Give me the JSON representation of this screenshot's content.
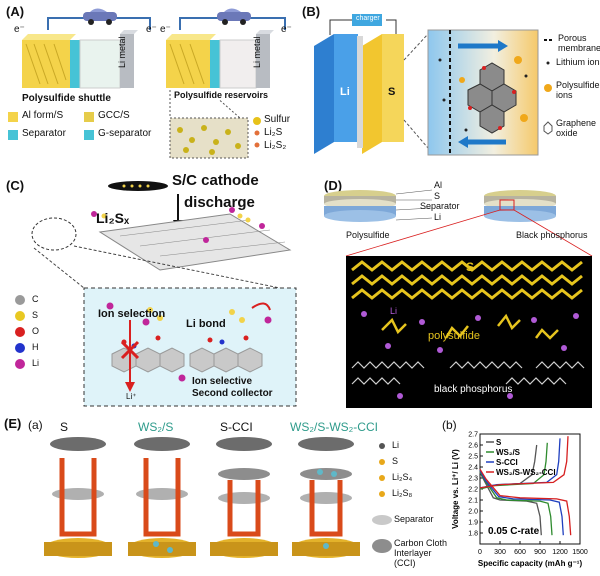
{
  "panel_a": {
    "label": "(A)",
    "electron_left": "e⁻",
    "electron_right": "e⁻",
    "electron_left2": "e⁻",
    "electron_right2": "e⁻",
    "li_metal": "Li metal",
    "li_metal2": "Li metal",
    "shuttle": "Polysulfide shuttle",
    "reservoirs": "Polysulfide reservoirs",
    "legend": {
      "al_form": "Al form/S",
      "gcc": "GCC/S",
      "separator": "Separator",
      "g_separator": "G-separator",
      "sulfur": "Sulfur",
      "li2s": "Li₂S",
      "li2s2": "Li₂S₂"
    }
  },
  "panel_b": {
    "label": "(B)",
    "charger": "charger",
    "li": "Li",
    "s": "S",
    "legend": {
      "membrane": "Porous membrane",
      "lithium": "Lithium ions",
      "polysulfide": "Polysulfide ions",
      "graphene": "Graphene oxide"
    }
  },
  "panel_c": {
    "label": "(C)",
    "cathode": "S/C cathode",
    "discharge": "discharge",
    "lisx": "Li₂Sₓ",
    "ion_selection": "Ion selection",
    "li_bond": "Li bond",
    "li_plus": "Li⁺",
    "collector1": "Ion selective",
    "collector2": "Second collector",
    "legend": [
      "C",
      "S",
      "O",
      "H",
      "Li"
    ]
  },
  "panel_d": {
    "label": "(D)",
    "al": "Al",
    "s": "S",
    "separator": "Separator",
    "li": "Li",
    "polysulfide": "Polysulfide",
    "black_phosphorus": "Black phosphorus",
    "inset_s": "S",
    "inset_li": "Li",
    "inset_poly": "polysulfide",
    "inset_bp": "black phosphorus"
  },
  "panel_e": {
    "label": "(E)",
    "sub_a": "(a)",
    "sub_b": "(b)",
    "cols": [
      "S",
      "WS₂/S",
      "S-CCI",
      "WS₂/S-WS₂-CCI"
    ],
    "legend": [
      "Li",
      "S",
      "Li₂S₄",
      "Li₂S₈",
      "Separator",
      "Carbon Cloth Interlayer (CCI)"
    ]
  },
  "chart_data": {
    "type": "line",
    "title": "",
    "xlabel": "Specific capacity (mAh g⁻¹)",
    "ylabel": "Voltage vs. Li⁺/ Li (V)",
    "xlim": [
      0,
      1500
    ],
    "ylim": [
      1.7,
      2.7
    ],
    "xticks": [
      0,
      300,
      600,
      900,
      1200,
      1500
    ],
    "yticks": [
      1.8,
      1.9,
      2.0,
      2.1,
      2.2,
      2.3,
      2.4,
      2.5,
      2.6,
      2.7
    ],
    "annotation": "0.05 C-rate",
    "series": [
      {
        "name": "S",
        "color": "#555555",
        "discharge": [
          [
            0,
            2.35
          ],
          [
            60,
            2.28
          ],
          [
            200,
            2.12
          ],
          [
            300,
            2.1
          ],
          [
            700,
            2.09
          ],
          [
            850,
            2.07
          ],
          [
            900,
            1.95
          ],
          [
            920,
            1.78
          ]
        ],
        "charge": [
          [
            0,
            2.2
          ],
          [
            150,
            2.23
          ],
          [
            600,
            2.25
          ],
          [
            780,
            2.33
          ],
          [
            820,
            2.45
          ],
          [
            850,
            2.6
          ]
        ]
      },
      {
        "name": "WS₂/S",
        "color": "#2e8b2e",
        "discharge": [
          [
            0,
            2.36
          ],
          [
            70,
            2.28
          ],
          [
            250,
            2.12
          ],
          [
            400,
            2.1
          ],
          [
            900,
            2.09
          ],
          [
            1020,
            2.07
          ],
          [
            1060,
            1.95
          ],
          [
            1080,
            1.78
          ]
        ],
        "charge": [
          [
            0,
            2.2
          ],
          [
            200,
            2.23
          ],
          [
            800,
            2.25
          ],
          [
            960,
            2.33
          ],
          [
            990,
            2.45
          ],
          [
            1010,
            2.62
          ]
        ]
      },
      {
        "name": "S-CCI",
        "color": "#1f3fbf",
        "discharge": [
          [
            0,
            2.37
          ],
          [
            80,
            2.28
          ],
          [
            280,
            2.13
          ],
          [
            500,
            2.11
          ],
          [
            1050,
            2.1
          ],
          [
            1190,
            2.08
          ],
          [
            1230,
            1.95
          ],
          [
            1250,
            1.78
          ]
        ],
        "charge": [
          [
            0,
            2.21
          ],
          [
            250,
            2.24
          ],
          [
            1000,
            2.26
          ],
          [
            1150,
            2.33
          ],
          [
            1180,
            2.45
          ],
          [
            1200,
            2.66
          ]
        ]
      },
      {
        "name": "WS₂/S-WS₂-CCI",
        "color": "#d62020",
        "discharge": [
          [
            0,
            2.38
          ],
          [
            90,
            2.29
          ],
          [
            300,
            2.14
          ],
          [
            600,
            2.12
          ],
          [
            1150,
            2.11
          ],
          [
            1300,
            2.09
          ],
          [
            1340,
            1.95
          ],
          [
            1360,
            1.78
          ]
        ],
        "charge": [
          [
            0,
            2.21
          ],
          [
            300,
            2.24
          ],
          [
            1100,
            2.26
          ],
          [
            1260,
            2.33
          ],
          [
            1300,
            2.45
          ],
          [
            1320,
            2.68
          ]
        ]
      }
    ]
  },
  "colors": {
    "yellow": "#f4d34a",
    "blue_sep": "#46c3d6",
    "panel_c_bg": "#dff3f9",
    "dark": "#111111"
  }
}
